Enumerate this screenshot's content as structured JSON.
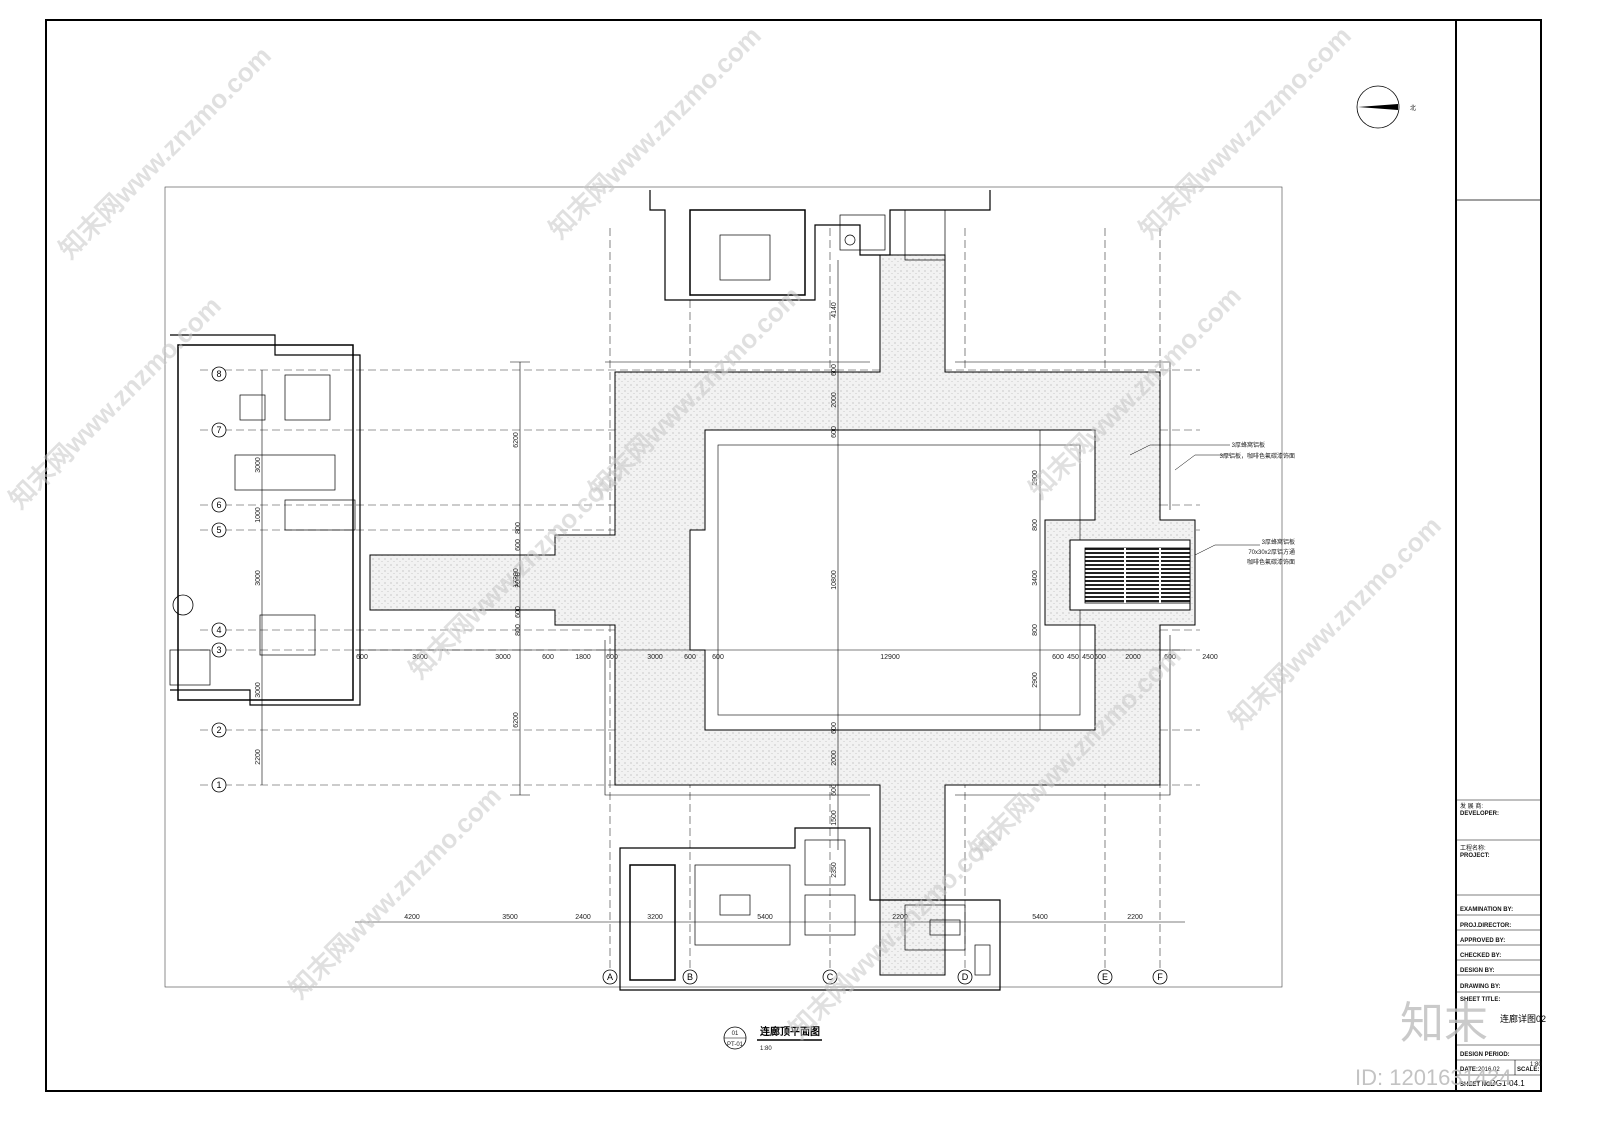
{
  "north_label": "北",
  "drawing_title": "连廊顶平面图",
  "drawing_scale": "1:80",
  "drawing_ref": {
    "num": "01",
    "sheet": "PT-01"
  },
  "annotations": [
    "3厚蜂窝铝板",
    "3厚铝板，咖啡色氟碳漆饰面",
    "3厚蜂窝铝板",
    "70x30x2厚铝方通",
    "咖啡色氟碳漆饰面"
  ],
  "grid_letters": [
    "A",
    "B",
    "C",
    "D",
    "E",
    "F"
  ],
  "grid_numbers": [
    "1",
    "2",
    "3",
    "4",
    "5",
    "6",
    "7",
    "8"
  ],
  "dims_h_top": [
    "600",
    "3600",
    "3000",
    "600",
    "1800",
    "600",
    "3000",
    "600",
    "600",
    "12900",
    "600",
    "450",
    "450",
    "600",
    "2000",
    "600",
    "2400"
  ],
  "dims_h_bottom": [
    "4200",
    "3500",
    "2400",
    "3200",
    "5400",
    "2200",
    "5400",
    "2200"
  ],
  "dims_v_center": [
    "4140",
    "600",
    "2000",
    "600",
    "10800",
    "600",
    "2000",
    "600",
    "1500",
    "2350"
  ],
  "dims_v_left": [
    "6200",
    "17200",
    "6200"
  ],
  "dims_v_right": [
    "2900",
    "800",
    "3400",
    "800",
    "2900"
  ],
  "dims_v_grid": [
    "3000",
    "1000",
    "3000",
    "3000",
    "2200"
  ],
  "dims_v_mid": [
    "600",
    "800",
    "2000",
    "600",
    "800"
  ],
  "title_block": {
    "developer_cn": "发 展 商:",
    "developer": "DEVELOPER:",
    "project_cn": "工程名称:",
    "project": "PROJECT:",
    "examination": "EXAMINATION BY:",
    "projdirector": "PROJ.DIRECTOR:",
    "approved": "APPROVED BY:",
    "checked": "CHECKED BY:",
    "design": "DESIGN BY:",
    "drawing": "DRAWING BY:",
    "sheet_title_label": "SHEET TITLE:",
    "sheet_title": "连廊详图02",
    "design_period": "DESIGN PERIOD:",
    "date_label": "DATE:",
    "date": "2016.02",
    "scale_label": "SCALE:",
    "scale": "1:80",
    "sheet_no_label": "SHEET NO.:",
    "sheet_no": "DG1-04.1"
  },
  "watermark_text": "知末网www.znzmo.com",
  "brand_mark": "知末",
  "id_text": "ID: 1201631424"
}
